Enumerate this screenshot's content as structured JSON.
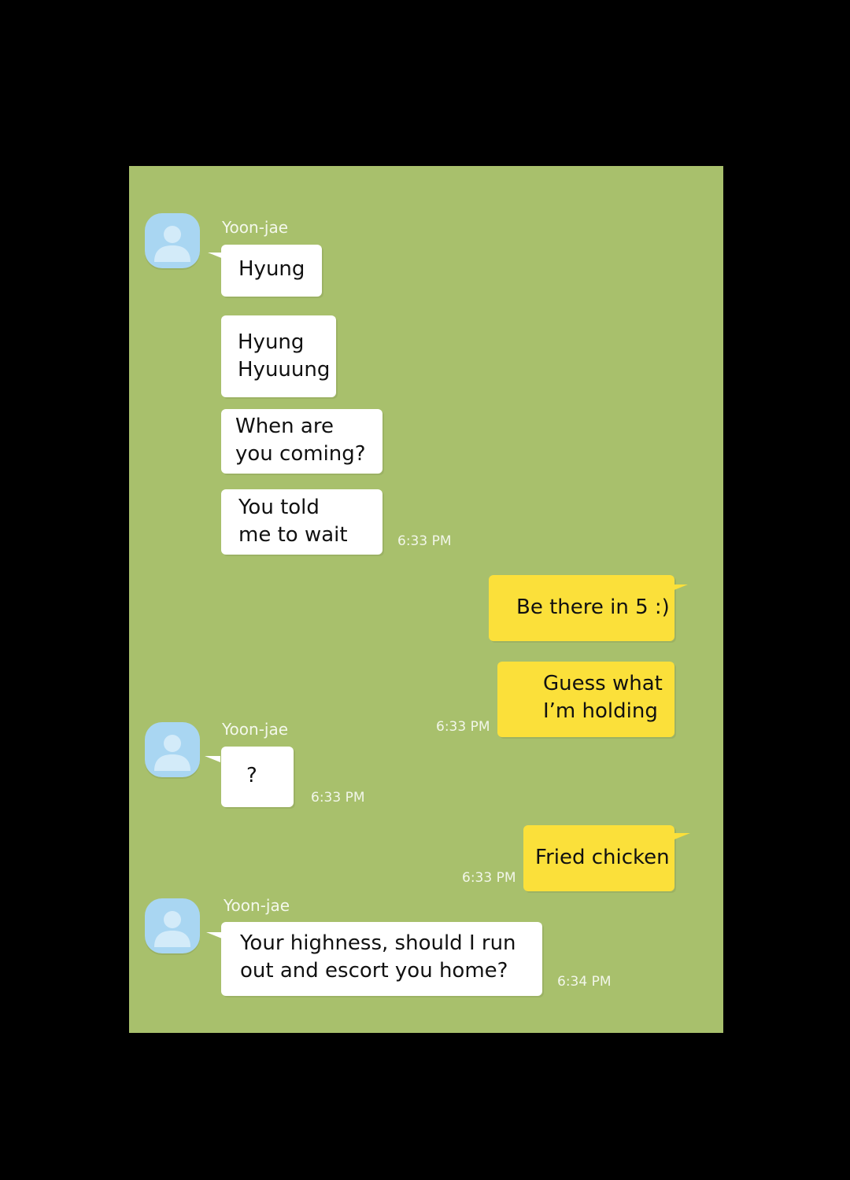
{
  "colors": {
    "page_background": "#000000",
    "chat_background": "#a8c06c",
    "incoming_bubble": "#ffffff",
    "outgoing_bubble": "#fbe03a",
    "avatar": "#a9d6f2",
    "meta_text": "#f2f6ea"
  },
  "contact": {
    "name": "Yoon-jae",
    "avatar_icon": "default-person-icon"
  },
  "messages": [
    {
      "direction": "incoming",
      "lines": [
        "Hyung"
      ]
    },
    {
      "direction": "incoming",
      "lines": [
        "Hyung",
        "Hyuuung"
      ]
    },
    {
      "direction": "incoming",
      "lines": [
        "When are",
        "you coming?"
      ]
    },
    {
      "direction": "incoming",
      "lines": [
        "You told",
        "me to wait"
      ],
      "time": "6:33 PM"
    },
    {
      "direction": "outgoing",
      "lines": [
        "Be there in 5 :)"
      ]
    },
    {
      "direction": "outgoing",
      "lines": [
        "Guess what",
        "I’m holding"
      ],
      "time": "6:33 PM"
    },
    {
      "direction": "incoming",
      "lines": [
        "?"
      ],
      "time": "6:33 PM"
    },
    {
      "direction": "outgoing",
      "lines": [
        "Fried chicken"
      ],
      "time": "6:33 PM"
    },
    {
      "direction": "incoming",
      "lines": [
        "Your highness, should I run",
        "out and escort you home?"
      ],
      "time": "6:34 PM"
    }
  ]
}
